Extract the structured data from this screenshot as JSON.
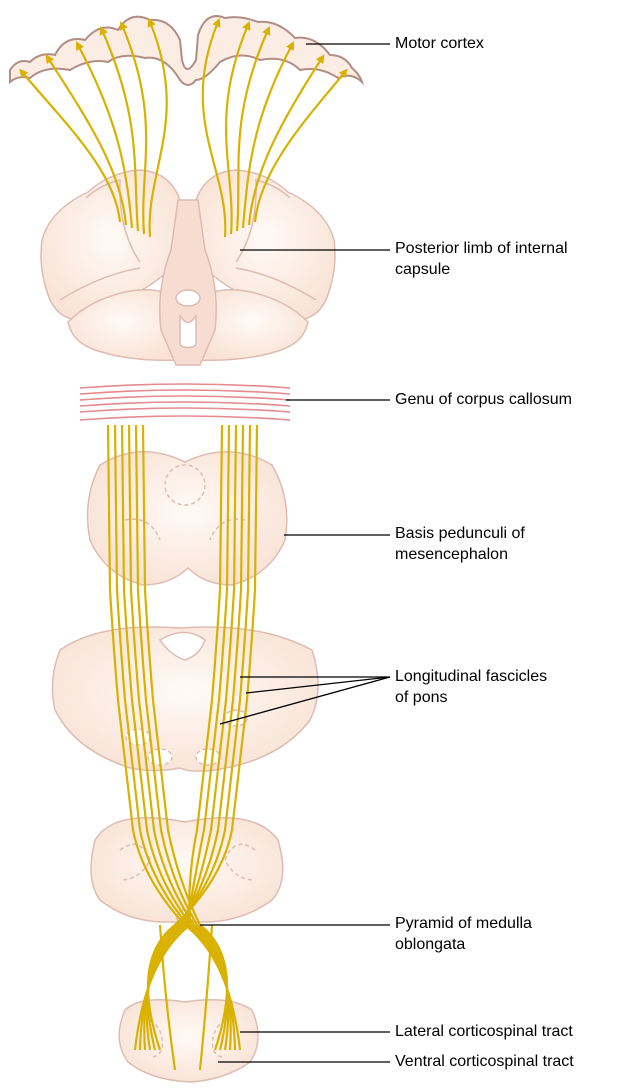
{
  "labels": {
    "motor_cortex": "Motor cortex",
    "internal_capsule_l1": "Posterior limb of internal",
    "internal_capsule_l2": "capsule",
    "corpus_callosum": "Genu of corpus callosum",
    "basis_pedunculi_l1": "Basis pedunculi of",
    "basis_pedunculi_l2": "mesencephalon",
    "longitudinal_fascicles_l1": "Longitudinal fascicles",
    "longitudinal_fascicles_l2": "of pons",
    "pyramid_l1": "Pyramid of medulla",
    "pyramid_l2": "oblongata",
    "lateral_tract": "Lateral corticospinal tract",
    "ventral_tract": "Ventral corticospinal tract"
  },
  "colors": {
    "tract_fiber": "#d9b100",
    "tissue_fill": "#fbe7dc",
    "tissue_outline": "#d8b7ad",
    "corpus_callosum_fibers": "#e58a8f",
    "leader_line": "#000000"
  }
}
